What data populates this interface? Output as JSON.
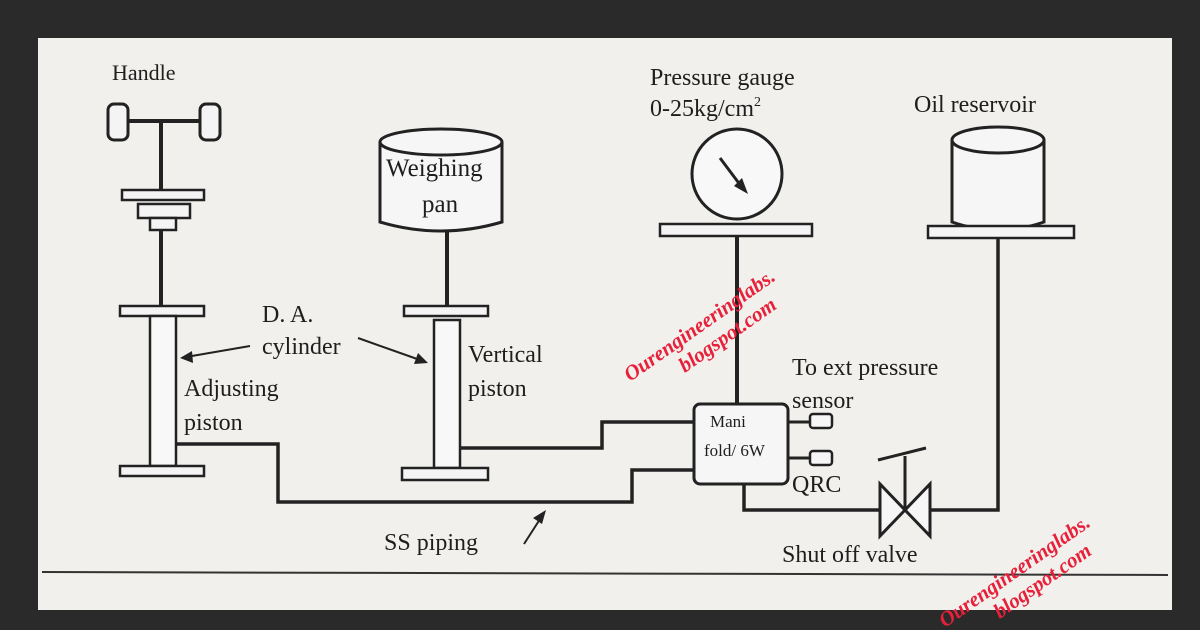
{
  "labels": {
    "handle": "Handle",
    "weighing_pan_1": "Weighing",
    "weighing_pan_2": "pan",
    "pressure_gauge_1": "Pressure gauge",
    "pressure_gauge_2": "0-25kg/cm",
    "pressure_gauge_sup": "2",
    "oil_reservoir": "Oil reservoir",
    "da_cylinder_1": "D. A.",
    "da_cylinder_2": "cylinder",
    "adjusting_piston_1": "Adjusting",
    "adjusting_piston_2": "piston",
    "vertical_piston_1": "Vertical",
    "vertical_piston_2": "piston",
    "to_ext_1": "To ext pressure",
    "to_ext_2": "sensor",
    "manifold_1": "Mani",
    "manifold_2": "fold/ 6W",
    "qrc": "QRC",
    "ss_piping": "SS piping",
    "shut_off_valve": "Shut off valve"
  },
  "watermark": {
    "line1": "Ourengineeringlabs.",
    "line2": "blogspot.com",
    "color": "#e8203a"
  },
  "colors": {
    "paper": "#f1f0ec",
    "ink": "#222222",
    "background": "#2a2a2a"
  }
}
